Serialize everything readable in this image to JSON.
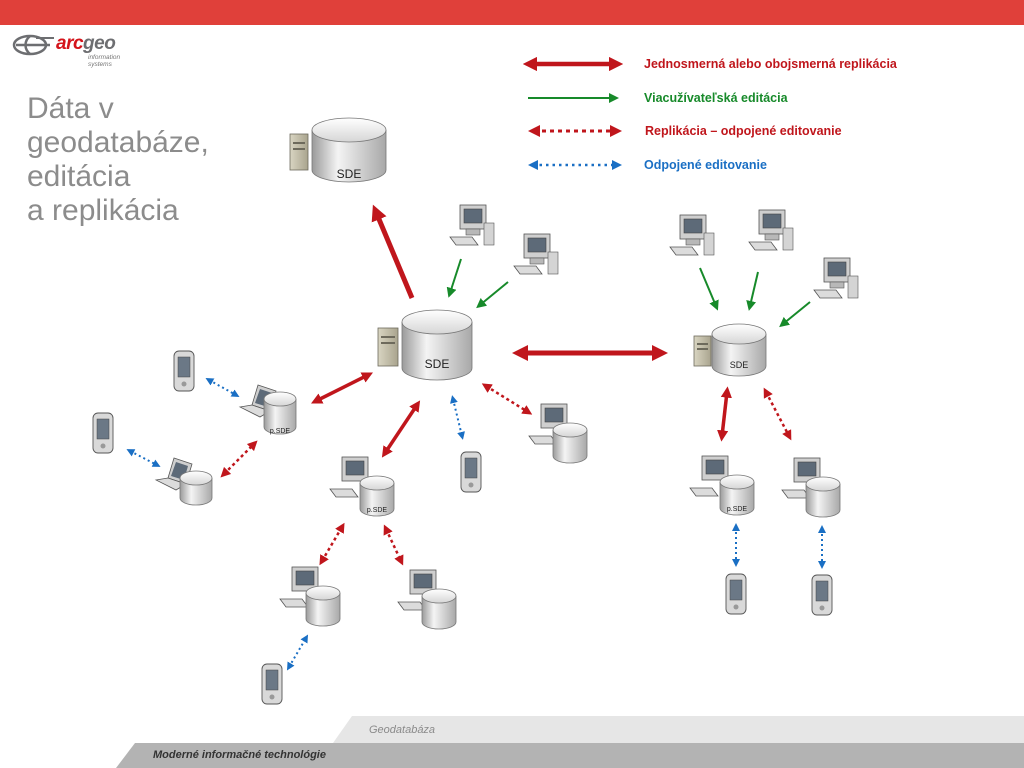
{
  "header": {
    "logo_arc": "arc",
    "logo_geo": "geo",
    "logo_sub_1": "information",
    "logo_sub_2": "systems"
  },
  "title": {
    "line1": "Dáta v",
    "line2": "geodatabáze,",
    "line3": "editácia",
    "line4": "a replikácia"
  },
  "legend": [
    {
      "label": "Jednosmerná alebo obojsmerná replikácia",
      "color": "#c0161c"
    },
    {
      "label": "Viacužívateľská editácia",
      "color": "#178a2a"
    },
    {
      "label": "Replikácia – odpojené editovanie",
      "color": "#c0161c"
    },
    {
      "label": "Odpojené editovanie",
      "color": "#1a6fc4"
    }
  ],
  "nodes": {
    "sde_label": "SDE",
    "psde_label": "p.SDE"
  },
  "footer": {
    "section": "Geodatabáza",
    "company": "Moderné informačné technológie"
  },
  "colors": {
    "accent": "#e0403a",
    "replication": "#c0161c",
    "editing": "#178a2a",
    "offline": "#1a6fc4",
    "title_gray": "#8c8c8c"
  }
}
